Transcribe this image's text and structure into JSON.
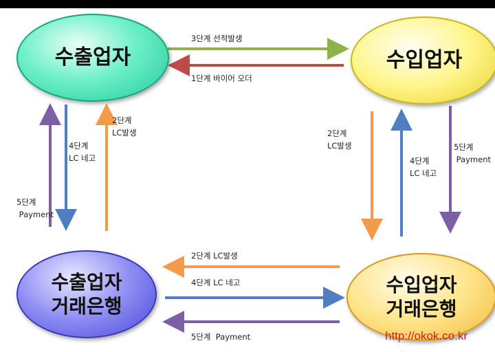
{
  "nodes": {
    "exporter": "수출업자",
    "importer": "수입업자",
    "exporter_bank_line1": "수출업자",
    "exporter_bank_line2": "거래은행",
    "importer_bank_line1": "수입업자",
    "importer_bank_line2": "거래은행"
  },
  "labels": {
    "top_right": "3단계 선적발생",
    "top_left": "1단계 바이어 오더",
    "left_down": "4단계\nLC 네고",
    "left_up": "2단계\nLC발생",
    "left_payment": "5단계\n Payment",
    "right_down": "2단계\nLC발생",
    "right_up": "4단계\nLC 네고",
    "right_payment": "5단계\n Payment",
    "bottom_lc": "2단계 LC발생",
    "bottom_nego": "4단계 LC 네고",
    "bottom_payment": "5단계  Payment"
  },
  "colors": {
    "green": "#8db34a",
    "red": "#bf4b48",
    "purple": "#7d5fa6",
    "blue": "#4f7fc0",
    "orange": "#f39a4b"
  },
  "watermark": "http://okok.co.kr"
}
